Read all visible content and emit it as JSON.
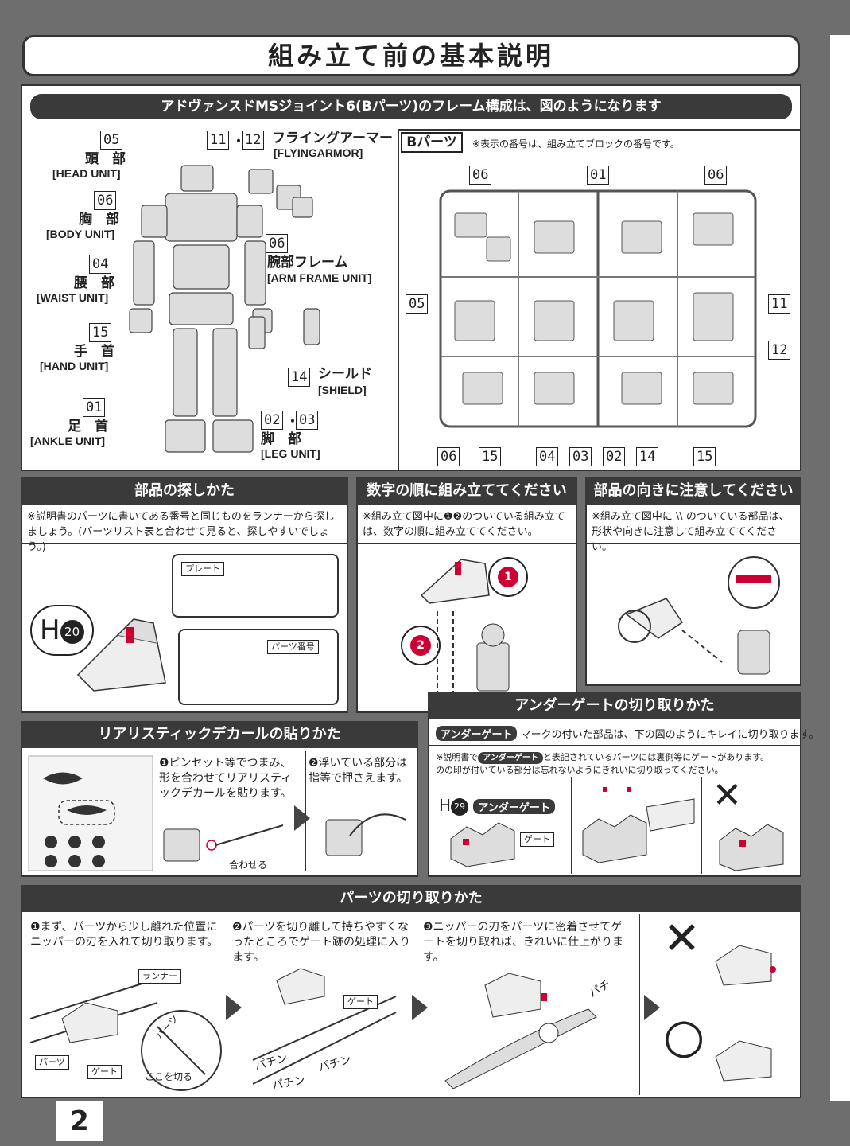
{
  "title": "組み立て前の基本説明",
  "frame": {
    "banner": "アドヴァンスドMSジョイント6(Bパーツ)のフレーム構成は、図のようになります",
    "units": [
      {
        "num": "05",
        "jp": "頭　部",
        "en": "[HEAD UNIT]"
      },
      {
        "num": "06",
        "jp": "胸　部",
        "en": "[BODY UNIT]"
      },
      {
        "num": "04",
        "jp": "腰　部",
        "en": "[WAIST UNIT]"
      },
      {
        "num": "15",
        "jp": "手　首",
        "en": "[HAND UNIT]"
      },
      {
        "num": "01",
        "jp": "足　首",
        "en": "[ANKLE UNIT]"
      }
    ],
    "flying": {
      "num1": "11",
      "num2": "12",
      "dot": "・",
      "jp": "フライングアーマー",
      "en": "[FLYINGARMOR]"
    },
    "arm": {
      "num": "06",
      "jp": "腕部フレーム",
      "en": "[ARM FRAME UNIT]"
    },
    "shield": {
      "num": "14",
      "jp": "シールド",
      "en": "[SHIELD]"
    },
    "leg": {
      "num1": "02",
      "num2": "03",
      "dot": "・",
      "jp": "脚　部",
      "en": "[LEG UNIT]"
    },
    "bparts": {
      "label": "Bパーツ",
      "note": "※表示の番号は、組み立てブロックの番号です。",
      "top_nums": [
        "06",
        "01",
        "06"
      ],
      "left_nums": [
        "05"
      ],
      "right_nums": [
        "11",
        "12"
      ],
      "bottom_nums": [
        "06",
        "15",
        "04",
        "03",
        "02",
        "14",
        "15"
      ]
    }
  },
  "find": {
    "header": "部品の探しかた",
    "note": "※説明書のパーツに書いてある番号と同じものをランナーから探しましょう。(パーツリスト表と合わせて見ると、探しやすいでしょう。)",
    "plate": "プレート",
    "part_number": "パーツ番号",
    "label_letter": "H",
    "label_num": "20"
  },
  "order": {
    "header": "数字の順に組み立ててください",
    "note": "※組み立て図中に❶❷のついている組み立ては、数字の順に組み立ててください。",
    "step1": "1",
    "step2": "2"
  },
  "direction": {
    "header": "部品の向きに注意してください",
    "note": "※組み立て図中に \\\\ のついている部品は、形状や向きに注意して組み立ててください。"
  },
  "decal": {
    "header": "リアリスティックデカールの貼りかた",
    "step1": "❶ピンセット等でつまみ、形を合わせてリアリスティックデカールを貼ります。",
    "step2": "❷浮いている部分は指等で押さえます。",
    "align": "合わせる"
  },
  "undergate": {
    "header": "アンダーゲートの切り取りかた",
    "pill": "アンダーゲート",
    "desc": "マークの付いた部品は、下の図のようにキレイに切り取ります。",
    "note_pre": "※説明書で",
    "note_post": "と表記されているパーツには裏側等にゲートがあります。",
    "note2": "のの印が付いている部分は忘れないようにきれいに切り取ってください。",
    "part_letter": "H",
    "part_num": "29",
    "gate": "ゲート",
    "x_mark": "✕"
  },
  "cutting": {
    "header": "パーツの切り取りかた",
    "step1": "❶まず、パーツから少し離れた位置にニッパーの刃を入れて切り取ります。",
    "step2": "❷パーツを切り離して持ちやすくなったところでゲート跡の処理に入ります。",
    "step3": "❸ニッパーの刃をパーツに密着させてゲートを切り取れば、きれいに仕上がります。",
    "runner": "ランナー",
    "parts": "パーツ",
    "gate": "ゲート",
    "cut_here": "ここを切る",
    "zoom_parts": "パーツ",
    "pachin1": "パチン",
    "pachin2": "パチン",
    "pachin3": "パチン",
    "snip": "パチ",
    "x_mark": "✕",
    "o_mark": "○"
  },
  "page_number": "2"
}
